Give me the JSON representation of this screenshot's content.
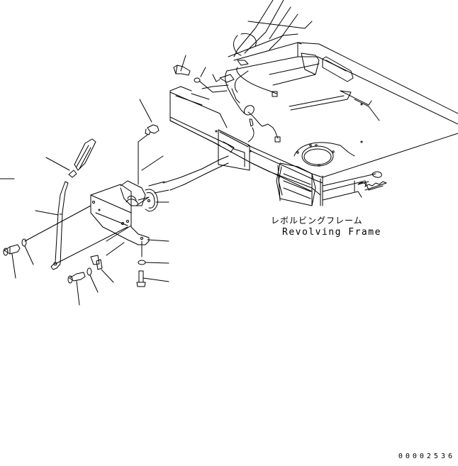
{
  "diagram": {
    "type": "exploded-parts-view",
    "subject": "Revolving frame with bracket, lever and fasteners",
    "labels": {
      "frame_name_jp": "レボルビングフレーム",
      "frame_name_en": "Revolving Frame"
    },
    "drawing_code": "00002536",
    "callout_count": 12,
    "colors": {
      "line": "#000000",
      "background": "#ffffff"
    }
  }
}
